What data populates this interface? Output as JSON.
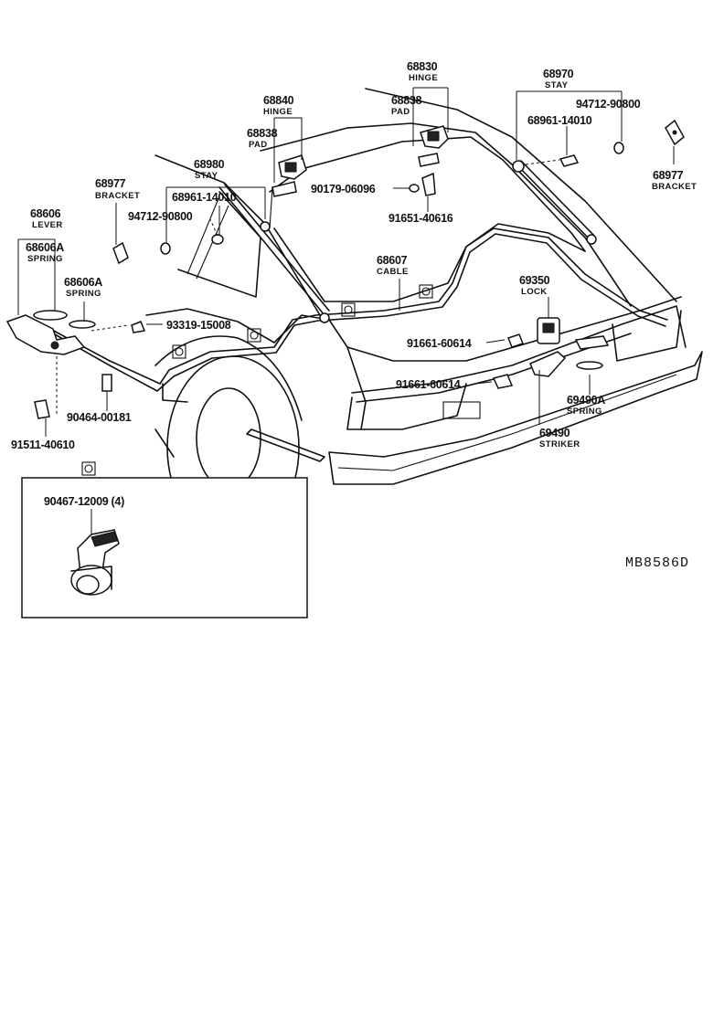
{
  "callouts": {
    "c68830": {
      "number": "68830",
      "caption": "HINGE"
    },
    "c68838r": {
      "number": "68838",
      "caption": "PAD"
    },
    "c68840": {
      "number": "68840",
      "caption": "HINGE"
    },
    "c68838l": {
      "number": "68838",
      "caption": "PAD"
    },
    "c68970": {
      "number": "68970",
      "caption": "STAY"
    },
    "c94712r": {
      "number": "94712-90800"
    },
    "c68961r": {
      "number": "68961-14010"
    },
    "c68977r": {
      "number": "68977",
      "caption": "BRACKET"
    },
    "c68980": {
      "number": "68980",
      "caption": "STAY"
    },
    "c68961l": {
      "number": "68961-14010"
    },
    "c94712l": {
      "number": "94712-90800"
    },
    "c68977l": {
      "number": "68977",
      "caption": "BRACKET"
    },
    "c68606": {
      "number": "68606",
      "caption": "LEVER"
    },
    "c68606a1": {
      "number": "68606A",
      "caption": "SPRING"
    },
    "c68606a2": {
      "number": "68606A",
      "caption": "SPRING"
    },
    "c90179": {
      "number": "90179-06096"
    },
    "c91651": {
      "number": "91651-40616"
    },
    "c68607": {
      "number": "68607",
      "caption": "CABLE"
    },
    "c69350": {
      "number": "69350",
      "caption": "LOCK"
    },
    "c91661a": {
      "number": "91661-60614"
    },
    "c91661b": {
      "number": "91661-60614"
    },
    "c93319": {
      "number": "93319-15008"
    },
    "c90464": {
      "number": "90464-00181"
    },
    "c91511": {
      "number": "91511-40610"
    },
    "c69490a": {
      "number": "69490A",
      "caption": "SPRING"
    },
    "c69490": {
      "number": "69490",
      "caption": "STRIKER"
    },
    "c90467": {
      "number": "90467-12009 (4)"
    }
  },
  "drawing_code": "MB8586D"
}
